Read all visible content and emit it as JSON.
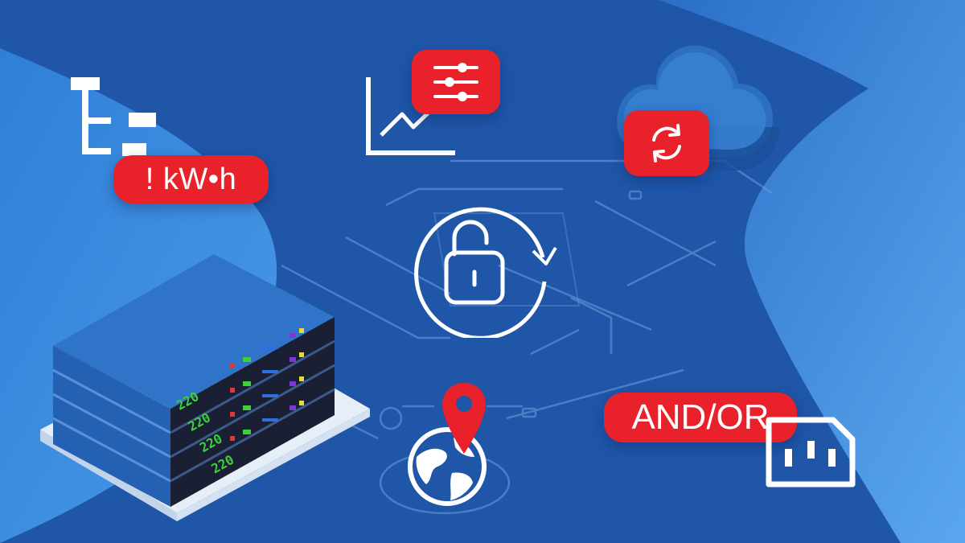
{
  "badges": {
    "energy_label": "! kW•h",
    "logic_label": "AND/OR"
  },
  "server": {
    "units": [
      {
        "voltage": "220"
      },
      {
        "voltage": "220"
      },
      {
        "voltage": "220"
      },
      {
        "voltage": "220"
      }
    ]
  },
  "colors": {
    "background": "#1f56a8",
    "background_light": "#3d8fe0",
    "accent_red": "#e8212b",
    "line": "#ffffff",
    "display_green": "#3ad13a"
  },
  "icons": [
    "hierarchy-icon",
    "chart-line-icon",
    "sliders-icon",
    "cloud-icon",
    "sync-icon",
    "unlock-rotate-icon",
    "location-pin-icon",
    "globe-icon",
    "power-socket-icon",
    "server-stack-icon"
  ]
}
